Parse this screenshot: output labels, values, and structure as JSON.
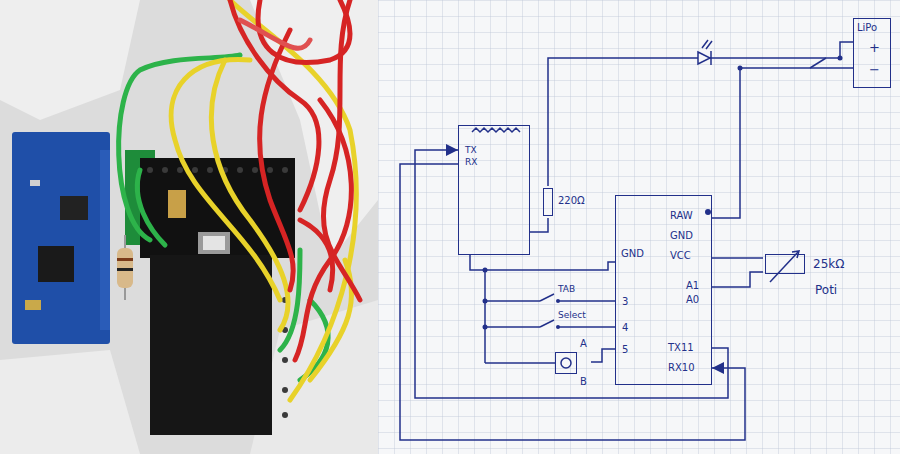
{
  "diagram": {
    "nodes": [
      {
        "text": [
          "LiPo",
          "+",
          "−"
        ]
      },
      {
        "text": [
          "TX",
          "RX"
        ]
      },
      {
        "text": [
          "RAW",
          "GND",
          "VCC",
          "GND",
          "A1",
          "A0",
          "3",
          "4",
          "5",
          "TX11",
          "RX10"
        ]
      },
      {
        "text": [
          "220Ω"
        ]
      },
      {
        "text": [
          "25kΩ",
          "Poti"
        ]
      },
      {
        "text": [
          "A",
          "B"
        ]
      }
    ],
    "edges": [
      {
        "from": 0,
        "to": 2,
        "arrow": "none"
      },
      {
        "from": 3,
        "to": 0,
        "arrow": "none"
      },
      {
        "from": 3,
        "to": 1,
        "arrow": "none"
      },
      {
        "from": 2,
        "to": 4,
        "arrow": "none"
      },
      {
        "from": 4,
        "to": 2,
        "arrow": "none"
      },
      {
        "from": 5,
        "to": 2,
        "arrow": "none"
      },
      {
        "from": 2,
        "to": 1,
        "arrow": "to"
      },
      {
        "from": 1,
        "to": 2,
        "arrow": "to"
      },
      {
        "from": 1,
        "to": 2,
        "arrow": "none"
      }
    ],
    "labels": [
      "TAB",
      "Select"
    ]
  }
}
